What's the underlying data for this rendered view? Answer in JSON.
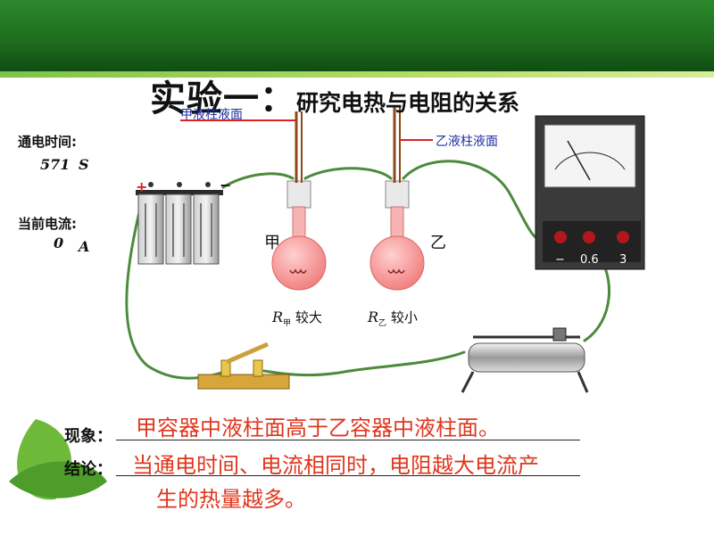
{
  "title": {
    "main": "实验一：",
    "sub": "研究电热与电阻的关系"
  },
  "labels": {
    "time_label": "通电时间:",
    "time_value": "571",
    "time_unit": "S",
    "current_label": "当前电流:",
    "current_value": "0",
    "current_unit": "A",
    "tube_a": "甲液柱液面",
    "tube_b": "乙液柱液面",
    "flask_a": "甲",
    "flask_b": "乙",
    "res_a_sym": "R",
    "res_a_sub": "甲",
    "res_a_text": "较大",
    "res_b_sym": "R",
    "res_b_sub": "乙",
    "res_b_text": "较小",
    "battery_plus": "+",
    "battery_minus": "−"
  },
  "ammeter": {
    "term_minus": "−",
    "term_06": "0.6",
    "term_3": "3"
  },
  "result": {
    "phenomenon_label": "现象：",
    "phenomenon_text": "甲容器中液柱面高于乙容器中液柱面。",
    "conclusion_label": "结论：",
    "conclusion_line1": "当通电时间、电流相同时，电阻越大电流产",
    "conclusion_line2": "生的热量越多。"
  },
  "colors": {
    "banner": "#1f6e1f",
    "wire": "#4c8a3c",
    "flask": "#f79a9a",
    "answer": "#e0361e",
    "tube_label": "#2030a0"
  }
}
